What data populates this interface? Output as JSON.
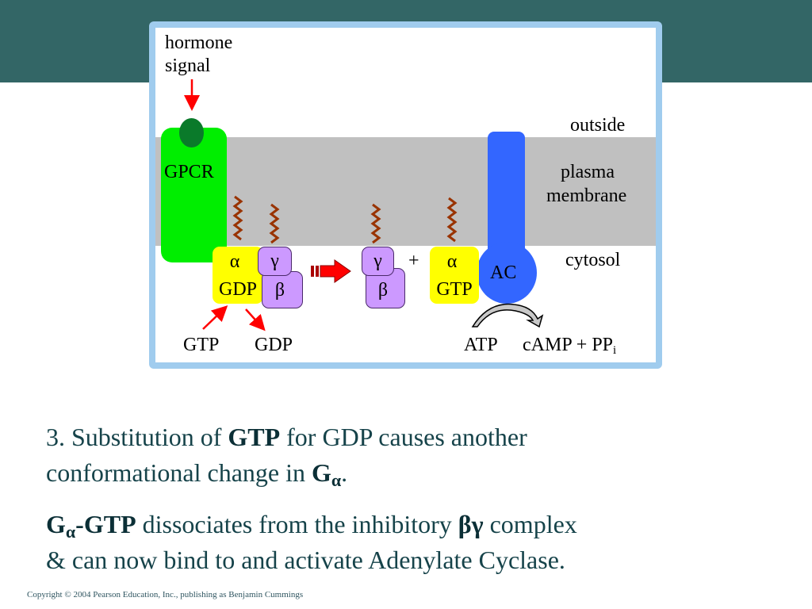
{
  "diagram": {
    "labels": {
      "hormone_line1": "hormone",
      "hormone_line2": "signal",
      "outside": "outside",
      "plasma_line1": "plasma",
      "plasma_line2": "membrane",
      "cytosol": "cytosol",
      "gpcr": "GPCR",
      "ac": "AC",
      "gtp_in": "GTP",
      "gdp_out": "GDP",
      "atp": "ATP",
      "camp": "cAMP + PP",
      "camp_sub": "i",
      "plus": "+"
    },
    "subunits": {
      "alpha": "α",
      "beta": "β",
      "gamma": "γ",
      "gdp": "GDP",
      "gtp": "GTP"
    },
    "colors": {
      "gpcr": "#00ee00",
      "hormone": "#0a7a2a",
      "membrane": "#c0c0c0",
      "alpha_box": "#ffff00",
      "beta_gamma_box": "#cc99ff",
      "ac": "#3366ff",
      "arrow": "#ff0000",
      "lipid": "#993300"
    }
  },
  "text": {
    "para1_pre": "3. Substitution of ",
    "para1_bold1": "GTP",
    "para1_mid": " for GDP causes another",
    "para1_line2": "conformational change in ",
    "para1_bold2": "G",
    "para1_sub": "α",
    "para1_end": ".",
    "para2_bold1": "G",
    "para2_sub": "α",
    "para2_bold2": "-GTP",
    "para2_mid": " dissociates from the inhibitory ",
    "para2_bg": "βγ",
    "para2_end": " complex",
    "para2_line2": "& can now bind to and activate Adenylate Cyclase."
  },
  "copyright": "Copyright © 2004 Pearson Education, Inc., publishing as Benjamin Cummings"
}
